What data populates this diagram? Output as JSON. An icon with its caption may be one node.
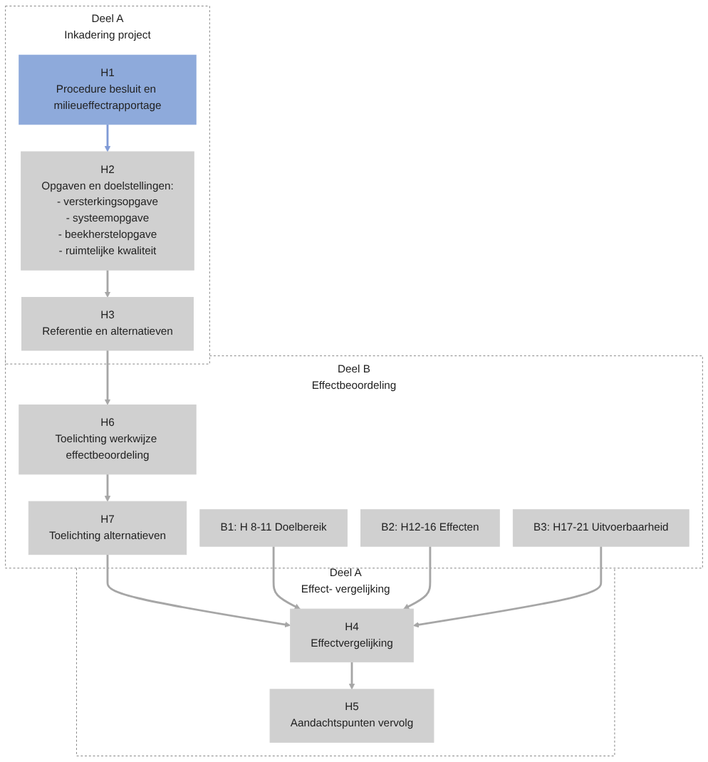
{
  "diagram": {
    "nodes": [
      {
        "text": [
          "Deel A",
          "Inkadering project"
        ]
      },
      {
        "text": [
          "H1",
          "Procedure besluit en milieueffectrapportage"
        ],
        "in": 0
      },
      {
        "text": [
          "H2",
          "Opgaven en doelstellingen:",
          "- versterkingsopgave",
          "- systeemopgave",
          "- beekherstelopgave",
          "- ruimtelijke kwaliteit"
        ],
        "in": 0
      },
      {
        "text": [
          "H3",
          "Referentie en alternatieven"
        ],
        "in": 0
      },
      {
        "text": [
          "Deel B",
          "Effectbeoordeling"
        ]
      },
      {
        "text": [
          "H6",
          "Toelichting werkwijze effectbeoordeling"
        ],
        "in": 4
      },
      {
        "text": [
          "H7",
          "Toelichting alternatieven"
        ],
        "in": 4
      },
      {
        "text": [
          "B1: H 8-11 Doelbereik"
        ],
        "in": 4
      },
      {
        "text": [
          "B2: H12-16 Effecten"
        ],
        "in": 4
      },
      {
        "text": [
          "B3: H17-21 Uitvoerbaarheid"
        ],
        "in": 4
      },
      {
        "text": [
          "Deel A",
          "Effect- vergelijking"
        ]
      },
      {
        "text": [
          "H4",
          "Effectvergelijking"
        ],
        "in": 10
      },
      {
        "text": [
          "H5",
          "Aandachtspunten vervolg"
        ],
        "in": 10
      }
    ],
    "edges": [
      {
        "from": 1,
        "to": 2,
        "arrow": "to",
        "color": "#7f9ad6"
      },
      {
        "from": 2,
        "to": 3,
        "arrow": "to"
      },
      {
        "from": 3,
        "to": 5,
        "arrow": "to"
      },
      {
        "from": 5,
        "to": 6,
        "arrow": "to"
      },
      {
        "from": 6,
        "to": 11,
        "arrow": "to"
      },
      {
        "from": 7,
        "to": 11,
        "arrow": "to"
      },
      {
        "from": 8,
        "to": 11,
        "arrow": "to"
      },
      {
        "from": 9,
        "to": 11,
        "arrow": "to"
      },
      {
        "from": 11,
        "to": 12,
        "arrow": "to"
      }
    ]
  }
}
